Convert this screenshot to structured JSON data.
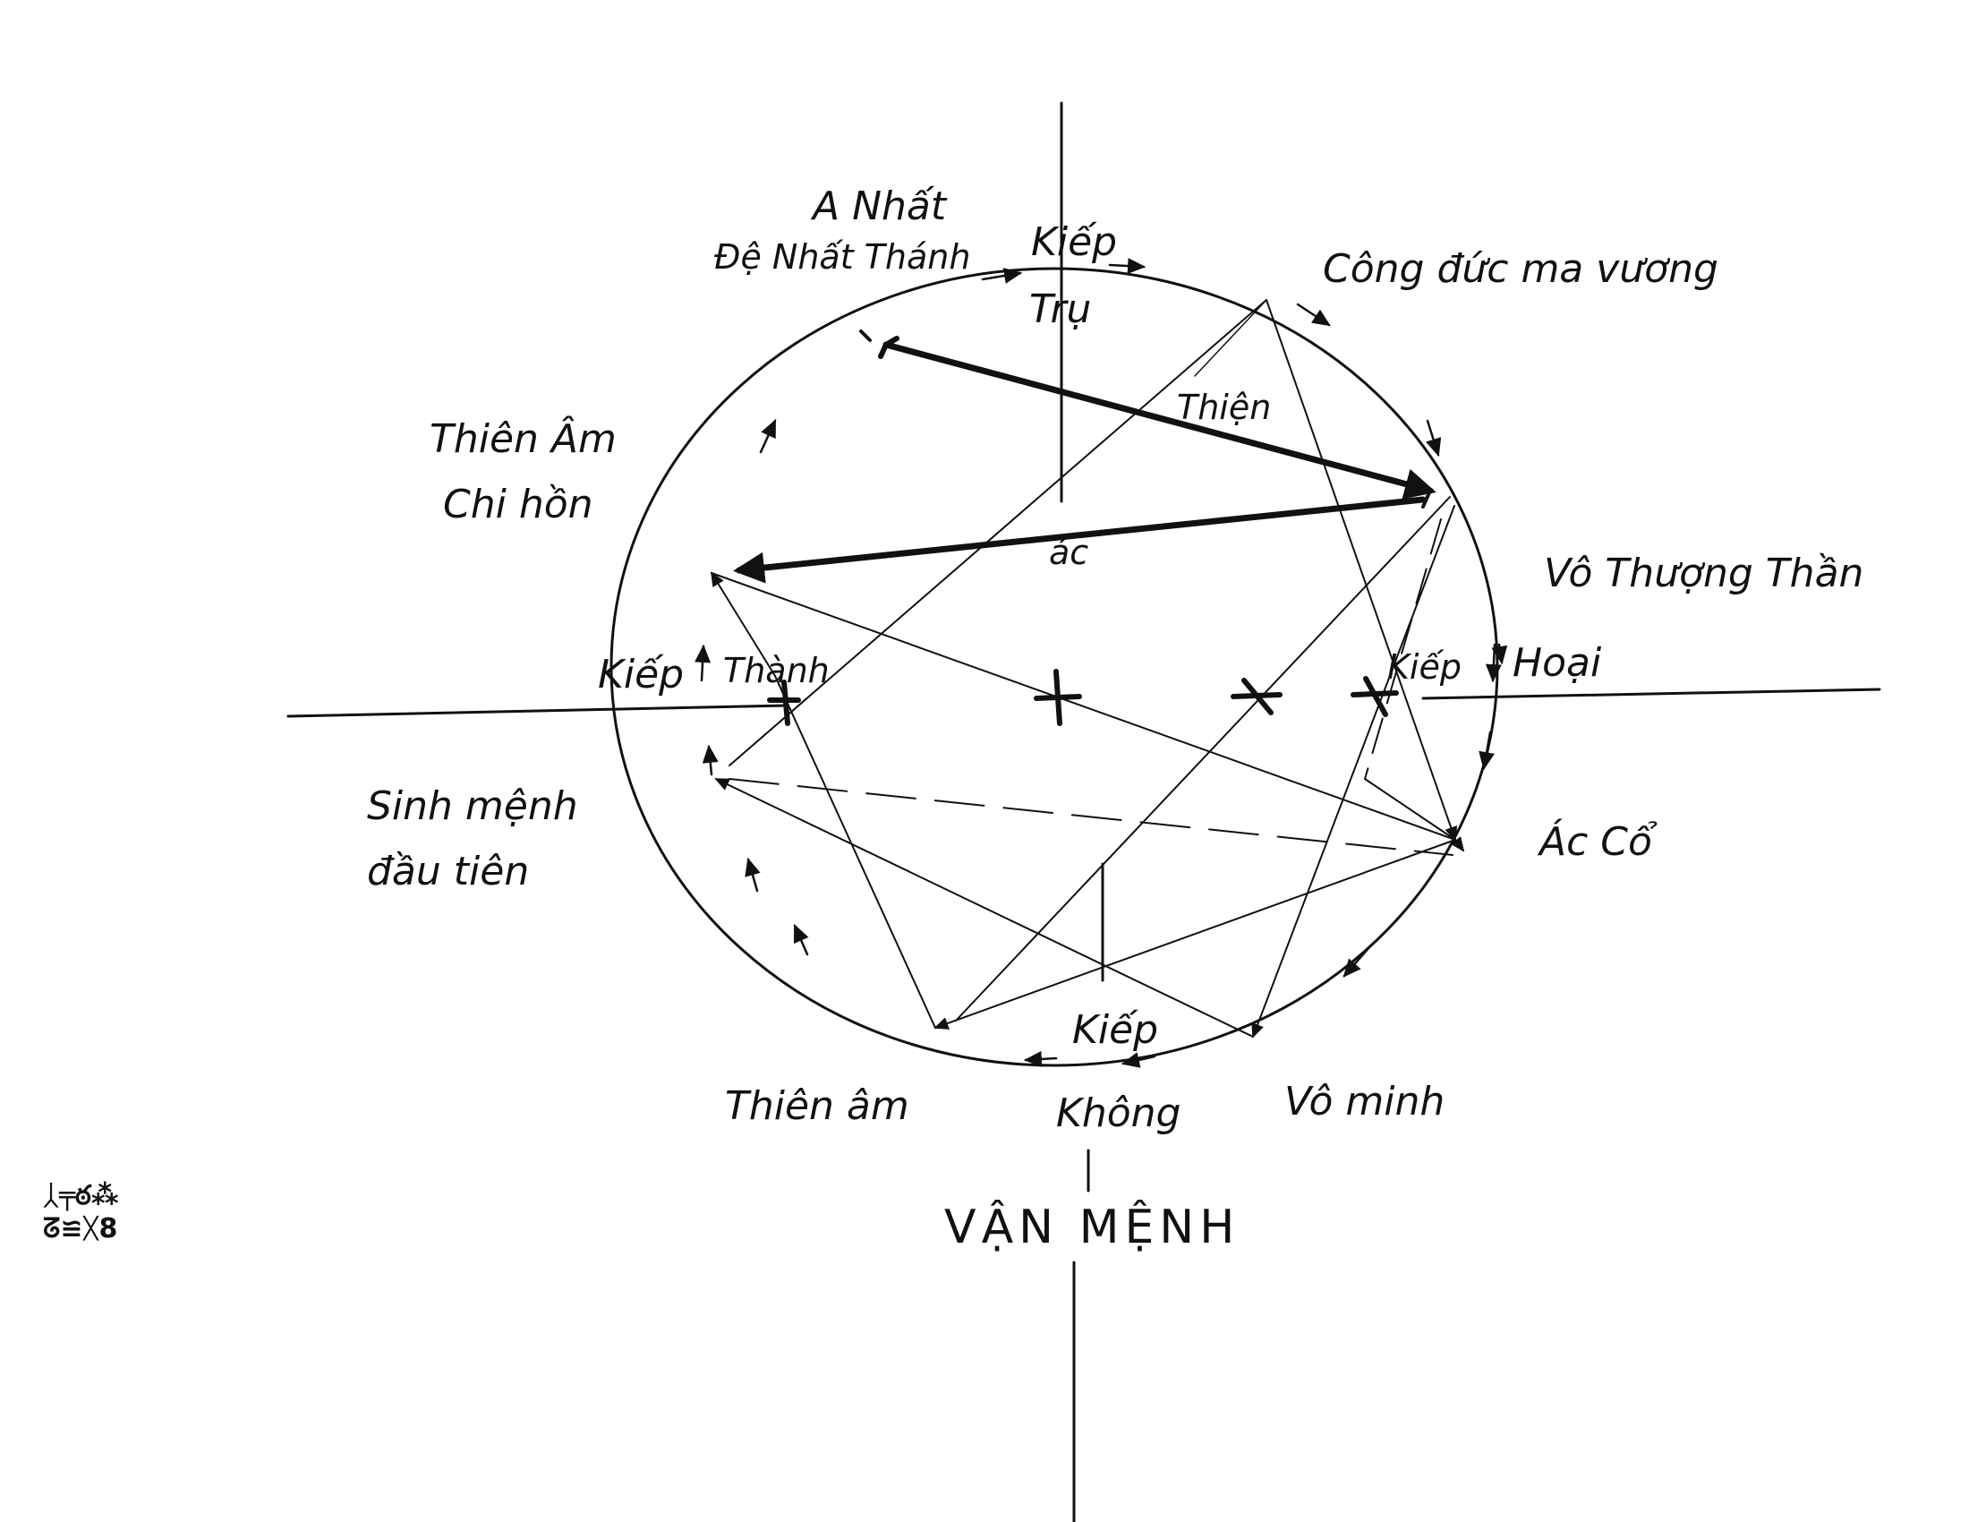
{
  "labels": {
    "a_nhat": "A Nhất",
    "de_nhat_thanh": "Đệ Nhất Thánh",
    "kiep_tru_1": "Kiếp",
    "kiep_tru_2": "Trụ",
    "cong_duc": "Công đức ma vương",
    "thien_am_chi_hon_1": "Thiên Âm",
    "thien_am_chi_hon_2": "Chi hồn",
    "thien": "Thiện",
    "ac": "ác",
    "vo_thuong_than": "Vô Thượng Thần",
    "kiep_thanh_1": "Kiếp",
    "kiep_thanh_2": "Thành",
    "kiep_hoai_1": "Kiếp",
    "kiep_hoai_2": "Hoại",
    "sinh_menh_1": "Sinh mệnh",
    "sinh_menh_2": "đầu tiên",
    "ac_co": "Ác Cổ",
    "kiep_khong_1": "Kiếp",
    "kiep_khong_2": "Không",
    "thien_am": "Thiên âm",
    "vo_minh": "Vô minh",
    "van_menh": "VẬN MỆNH"
  },
  "stamp_glyphs": [
    "ᛸ╤ఠ⁂",
    "ᘔ≌ᚷ8"
  ],
  "colors": {
    "ink": "#111111",
    "background": "#ffffff"
  }
}
